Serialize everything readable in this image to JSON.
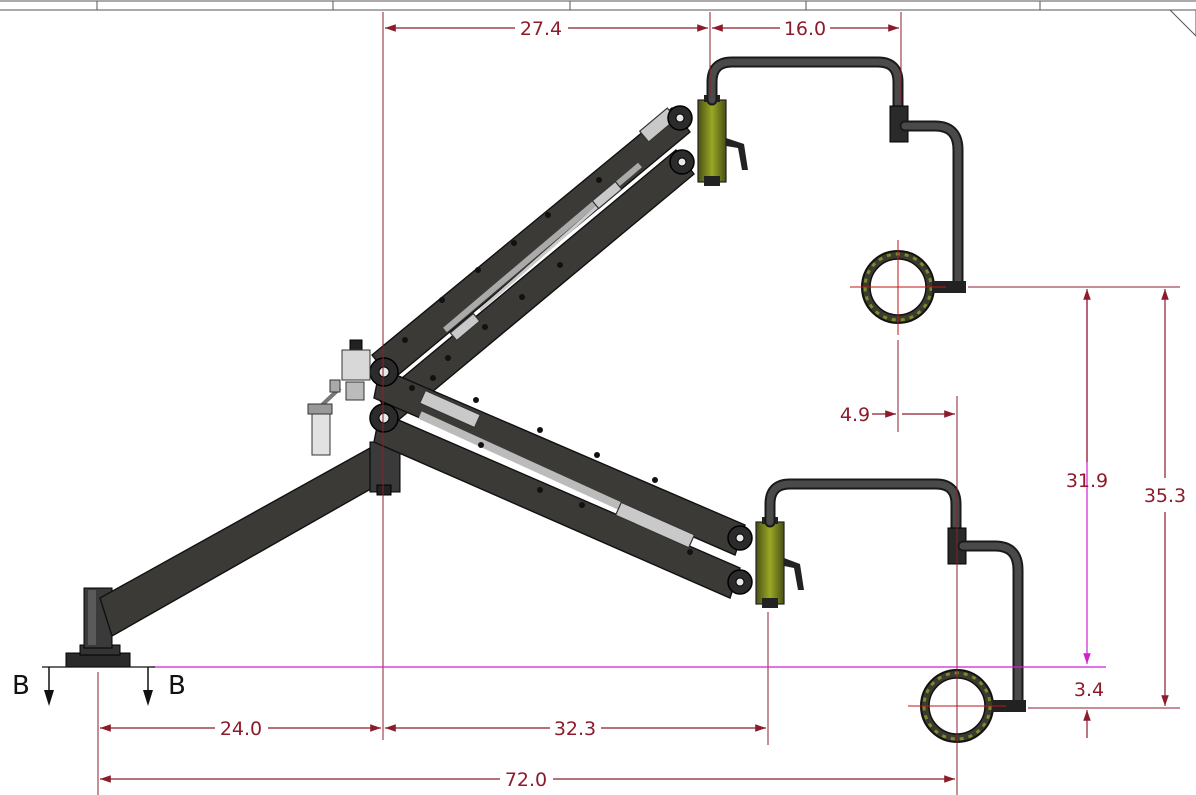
{
  "drawing": {
    "dimensions": {
      "top_left_horizontal": "27.4",
      "top_right_horizontal": "16.0",
      "offset_horizontal": "4.9",
      "inner_vertical": "31.9",
      "outer_vertical": "35.3",
      "small_vertical": "3.4",
      "bottom_left": "24.0",
      "bottom_middle": "32.3",
      "overall_width": "72.0"
    },
    "section": {
      "left_label": "B",
      "right_label": "B"
    },
    "colors": {
      "dimension": "#8c1c2c",
      "baseline": "#d21fd2",
      "arm": "#3c3a36",
      "head_accent": "#8a9a1c"
    }
  }
}
